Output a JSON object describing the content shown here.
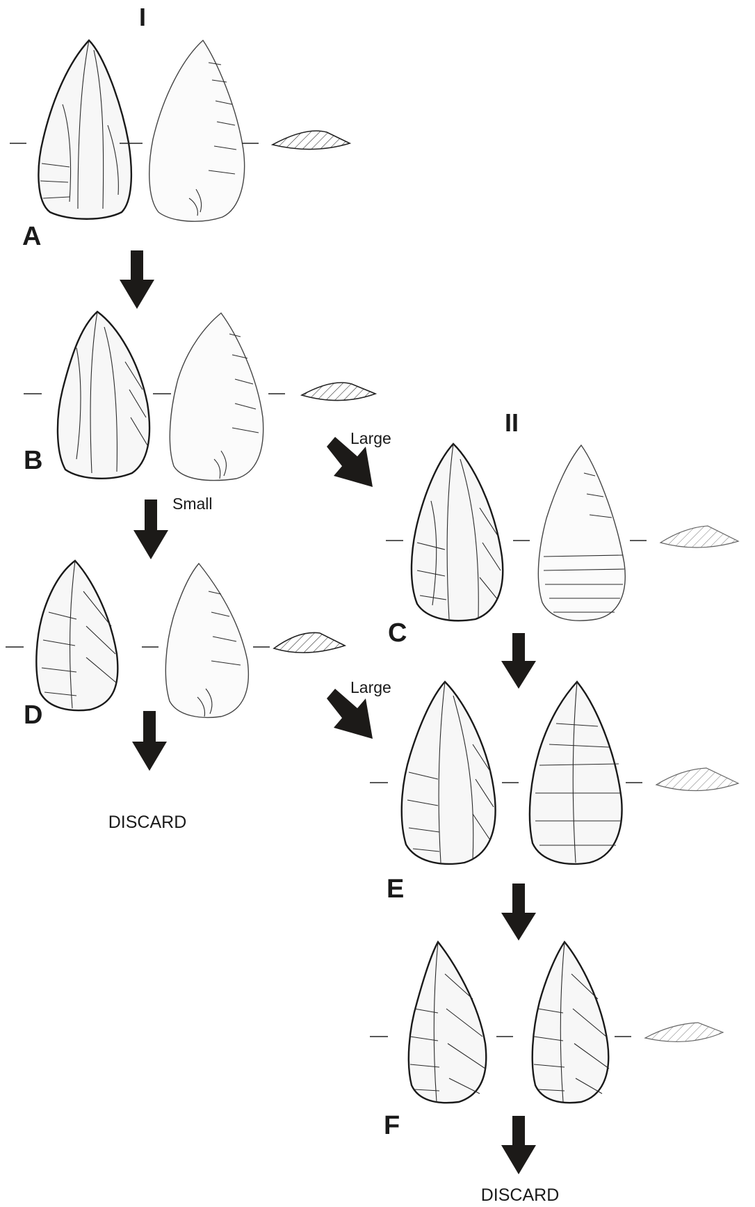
{
  "headings": {
    "phase_1": "I",
    "phase_2": "II"
  },
  "stages": {
    "a": "A",
    "b": "B",
    "c": "C",
    "d": "D",
    "e": "E",
    "f": "F"
  },
  "routes": {
    "b_to_c": "Large",
    "b_to_d": "Small",
    "d_to_e": "Large"
  },
  "outcomes": {
    "d_discard": "DISCARD",
    "f_discard": "DISCARD"
  },
  "colors": {
    "ink": "#1a1a1a",
    "arrow": "#1c1a18",
    "paper": "#ffffff"
  }
}
